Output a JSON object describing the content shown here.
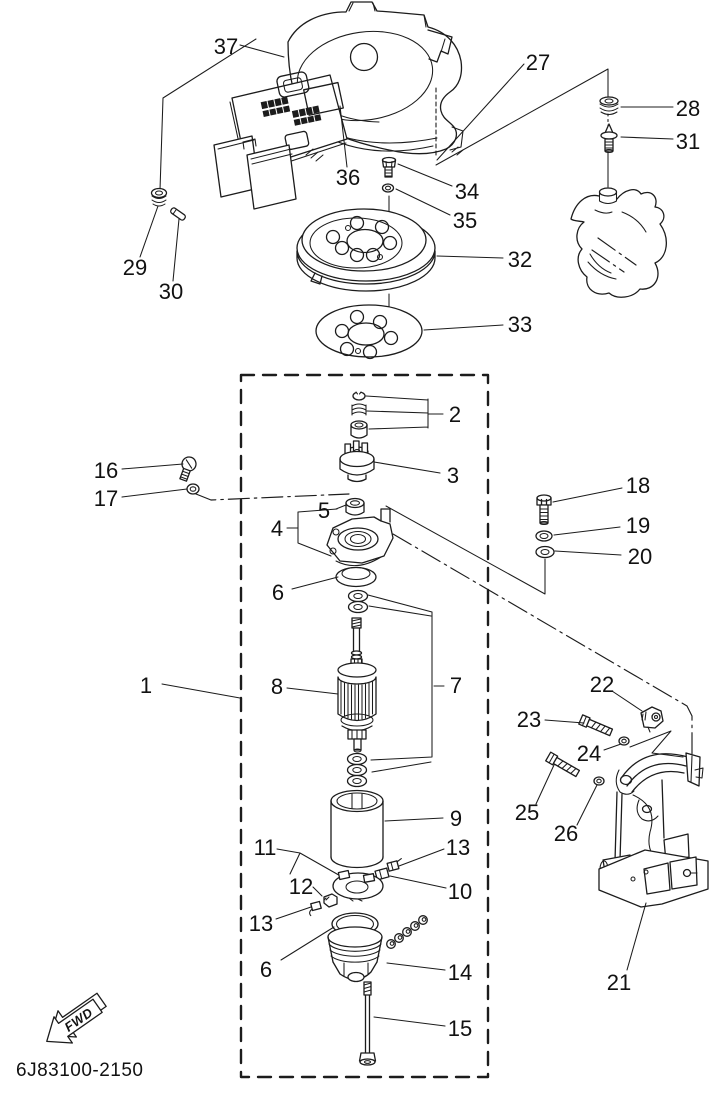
{
  "diagram": {
    "title": "exploded-parts-diagram-starting-motor",
    "part_code": "6J83100-2150",
    "fwd_label": "FWD",
    "colors": {
      "line": "#1c1c1c",
      "background": "#ffffff"
    },
    "callouts": [
      {
        "label": "37"
      },
      {
        "label": "27"
      },
      {
        "label": "28"
      },
      {
        "label": "31"
      },
      {
        "label": "29"
      },
      {
        "label": "30"
      },
      {
        "label": "36"
      },
      {
        "label": "34"
      },
      {
        "label": "35"
      },
      {
        "label": "32"
      },
      {
        "label": "33"
      },
      {
        "label": "2"
      },
      {
        "label": "3"
      },
      {
        "label": "16"
      },
      {
        "label": "17"
      },
      {
        "label": "18"
      },
      {
        "label": "19"
      },
      {
        "label": "20"
      },
      {
        "label": "5"
      },
      {
        "label": "4"
      },
      {
        "label": "6"
      },
      {
        "label": "1"
      },
      {
        "label": "8"
      },
      {
        "label": "7"
      },
      {
        "label": "22"
      },
      {
        "label": "23"
      },
      {
        "label": "24"
      },
      {
        "label": "25"
      },
      {
        "label": "26"
      },
      {
        "label": "9"
      },
      {
        "label": "13"
      },
      {
        "label": "10"
      },
      {
        "label": "11"
      },
      {
        "label": "12"
      },
      {
        "label": "13"
      },
      {
        "label": "6"
      },
      {
        "label": "14"
      },
      {
        "label": "15"
      },
      {
        "label": "21"
      }
    ]
  }
}
